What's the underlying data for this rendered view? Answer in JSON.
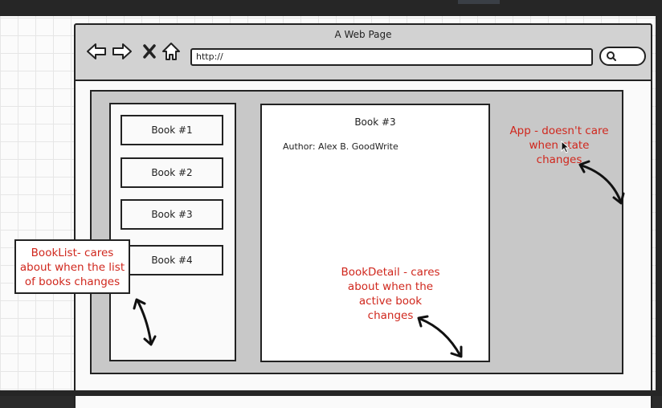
{
  "browser": {
    "title": "A Web Page",
    "address": "http://",
    "nav_icons": [
      "back-arrow-icon",
      "forward-arrow-icon",
      "close-x-icon",
      "home-icon"
    ],
    "search_icon": "search-icon"
  },
  "book_list": {
    "books": [
      "Book #1",
      "Book #2",
      "Book #3",
      "Book #4"
    ]
  },
  "book_detail": {
    "title": "Book #3",
    "author": "Author: Alex B. GoodWrite"
  },
  "annotations": {
    "book_list": [
      "BookList- cares",
      "about when the list",
      "of books changes"
    ],
    "book_detail": [
      "BookDetail - cares",
      "about when the",
      "active book",
      "changes"
    ],
    "app": [
      "App - doesn't care",
      "when state",
      "changes"
    ]
  },
  "colors": {
    "annotation": "#d0271d",
    "app_background": "#c8c8c8",
    "browser_chrome": "#d2d2d2",
    "outline": "#222222"
  }
}
